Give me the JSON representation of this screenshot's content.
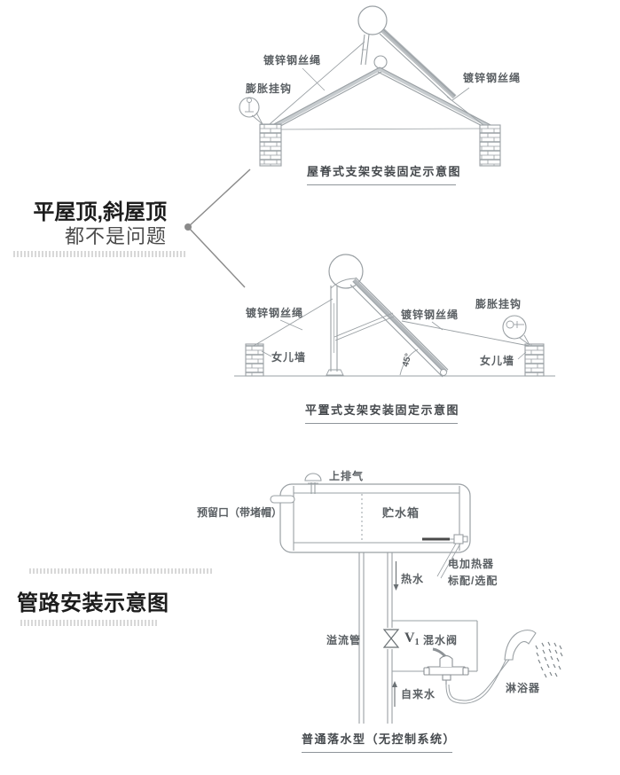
{
  "colors": {
    "background": "#ffffff",
    "line_art": "#9aa0a4",
    "line_fill": "#c6cbce",
    "dark_accent": "#4a4a4a",
    "label_text": "#5a5f63",
    "caption_text": "#45494d",
    "heading_text": "#1d1d1d",
    "subheading_text": "#4c4c4c"
  },
  "intro": {
    "headline": "平屋顶,斜屋顶",
    "subline": "都不是问题"
  },
  "pipe_section": {
    "headline": "管路安装示意图"
  },
  "diagram_ridge": {
    "caption": "屋脊式支架安装固定示意图",
    "labels": {
      "wire_rope_left": "镀锌钢丝绳",
      "wire_rope_right": "镀锌钢丝绳",
      "expansion_hook": "膨胀挂钩"
    }
  },
  "diagram_flat": {
    "caption": "平置式支架安装固定示意图",
    "labels": {
      "wire_rope_left": "镀锌钢丝绳",
      "wire_rope_center": "镀锌钢丝绳",
      "expansion_hook": "膨胀挂钩",
      "parapet_left": "女儿墙",
      "parapet_right": "女儿墙",
      "angle": "45°"
    }
  },
  "diagram_pipe": {
    "caption": "普通落水型（无控制系统）",
    "labels": {
      "top_vent": "上排气",
      "reserved_port": "预留口（带堵帽）",
      "water_tank": "贮水箱",
      "electric_heater": "电加热器",
      "heater_note": "标配/选配",
      "hot_water": "热水",
      "overflow_pipe": "溢流管",
      "valve_letter": "V",
      "valve_number": "1",
      "mixing_valve": "混水阀",
      "tap_water": "自来水",
      "shower": "淋浴器"
    }
  }
}
